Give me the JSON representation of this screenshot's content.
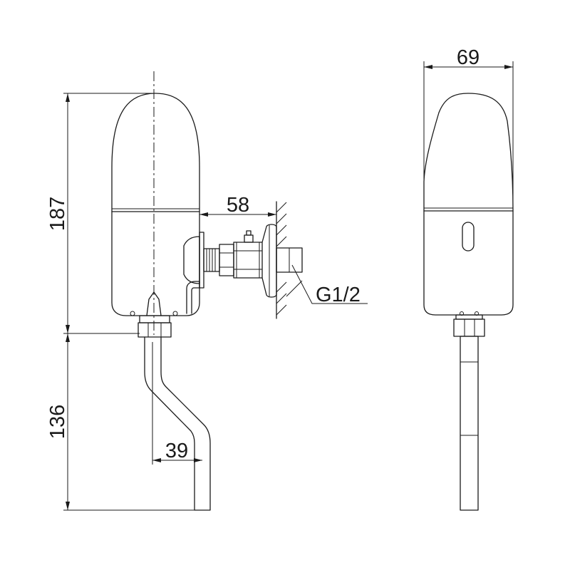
{
  "dimensions": {
    "height_upper": "187",
    "height_lower": "136",
    "wall_offset": "58",
    "pipe_offset": "39",
    "width_front": "69"
  },
  "thread_label": "G1/2"
}
